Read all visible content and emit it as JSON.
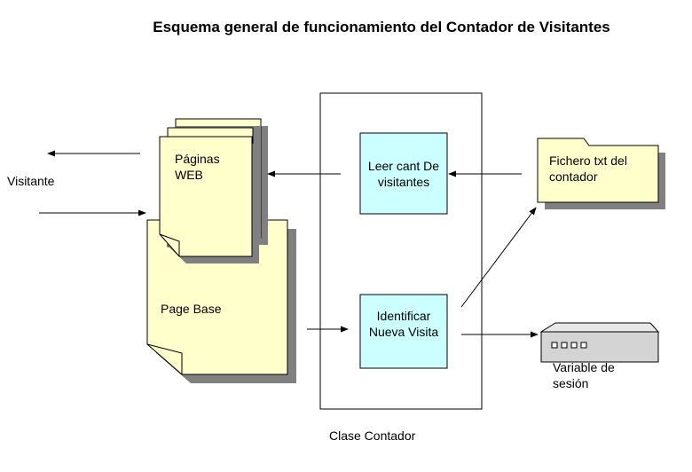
{
  "title": "Esquema general de  funcionamiento del Contador de Visitantes",
  "labels": {
    "visitante": "Visitante",
    "paginas_web": "Páginas WEB",
    "page_base": "Page Base",
    "leer_cant": "Leer cant De visitantes",
    "identificar": "Identificar Nueva Visita",
    "clase_contador": "Clase Contador",
    "fichero": "Fichero txt del contador",
    "variable_sesion": "Variable de sesión"
  },
  "colors": {
    "page_fill": "#ffffcc",
    "box_fill": "#ccffff",
    "folder_fill": "#ffffcc",
    "device_fill": "#d4d4d4",
    "shadow": "#808080"
  }
}
